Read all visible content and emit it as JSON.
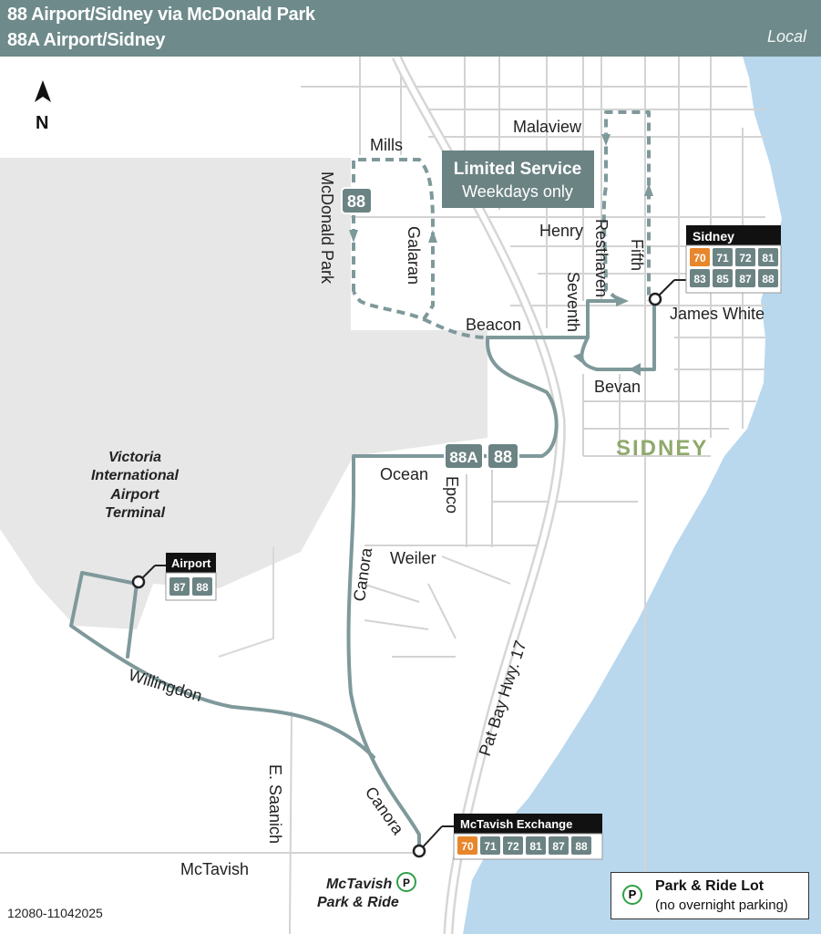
{
  "header": {
    "title_line1": "88 Airport/Sidney via McDonald Park",
    "title_line2": "88A Airport/Sidney",
    "service_type": "Local"
  },
  "north": "N",
  "streets": {
    "malaview": "Malaview",
    "mills": "Mills",
    "mcdonald_park": "McDonald Park",
    "galaran": "Galaran",
    "henry": "Henry",
    "resthaven": "Resthaven",
    "fifth": "Fifth",
    "seventh": "Seventh",
    "beacon": "Beacon",
    "james_white": "James White",
    "bevan": "Bevan",
    "ocean": "Ocean",
    "epco": "Epco",
    "weiler": "Weiler",
    "canora_north": "Canora",
    "canora_south": "Canora",
    "willingdon": "Willingdon",
    "e_saanich": "E. Saanich",
    "mctavish": "McTavish",
    "pat_bay": "Pat Bay Hwy. 17"
  },
  "areas": {
    "sidney": "SIDNEY",
    "airport_terminal": [
      "Victoria",
      "International",
      "Airport",
      "Terminal"
    ],
    "park_and_ride": [
      "McTavish",
      "Park & Ride"
    ],
    "park_and_ride_icon": "P"
  },
  "limited_service": {
    "line1": "Limited Service",
    "line2": "Weekdays only"
  },
  "route_badges": {
    "mcdonald": "88",
    "ocean_88a": "88A",
    "ocean_88": "88"
  },
  "stops": {
    "sidney": {
      "name": "Sidney",
      "routes": [
        "70",
        "71",
        "72",
        "81",
        "83",
        "85",
        "87",
        "88"
      ],
      "highlight": [
        "70"
      ]
    },
    "airport": {
      "name": "Airport",
      "routes": [
        "87",
        "88"
      ],
      "highlight": []
    },
    "mctavish": {
      "name": "McTavish Exchange",
      "routes": [
        "70",
        "71",
        "72",
        "81",
        "87",
        "88"
      ],
      "highlight": [
        "70"
      ]
    }
  },
  "legend": {
    "icon": "P",
    "line1": "Park & Ride Lot",
    "line2": "(no overnight parking)"
  },
  "map_code": "12080-11042025",
  "colors": {
    "header": "#6e8a8b",
    "route": "#7f999b",
    "water": "#b9d8ee",
    "airport_land": "#e7e7e7",
    "street": "#d3d3d3",
    "badge": "#6c8384",
    "highlight_route": "#e8862b",
    "sidney_label": "#8fa96b",
    "park_ride_green": "#2fa045"
  }
}
